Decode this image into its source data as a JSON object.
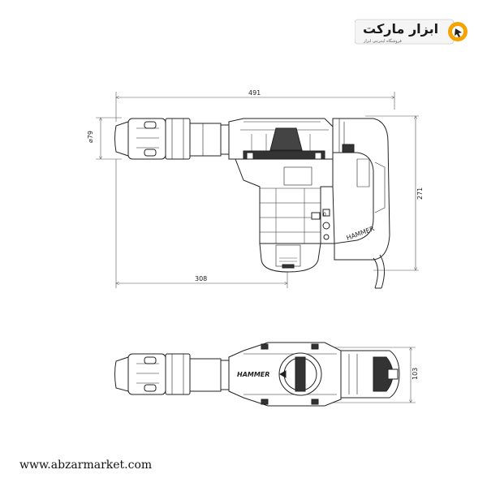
{
  "brand": {
    "logo_text": "ابزار مارکت",
    "logo_subtitle": "فروشگاه اینترنتی ابزار",
    "accent_color": "#f5a300",
    "website": "www.abzarmarket.com"
  },
  "side_view": {
    "dimensions": {
      "overall_length": "491",
      "chuck_diameter": "⌀79",
      "height": "271",
      "axis_to_handle": "308"
    },
    "handle_label": "HAMMER",
    "switch_label": "0"
  },
  "top_view": {
    "body_label": "HAMMER",
    "width_dimension": "103"
  }
}
